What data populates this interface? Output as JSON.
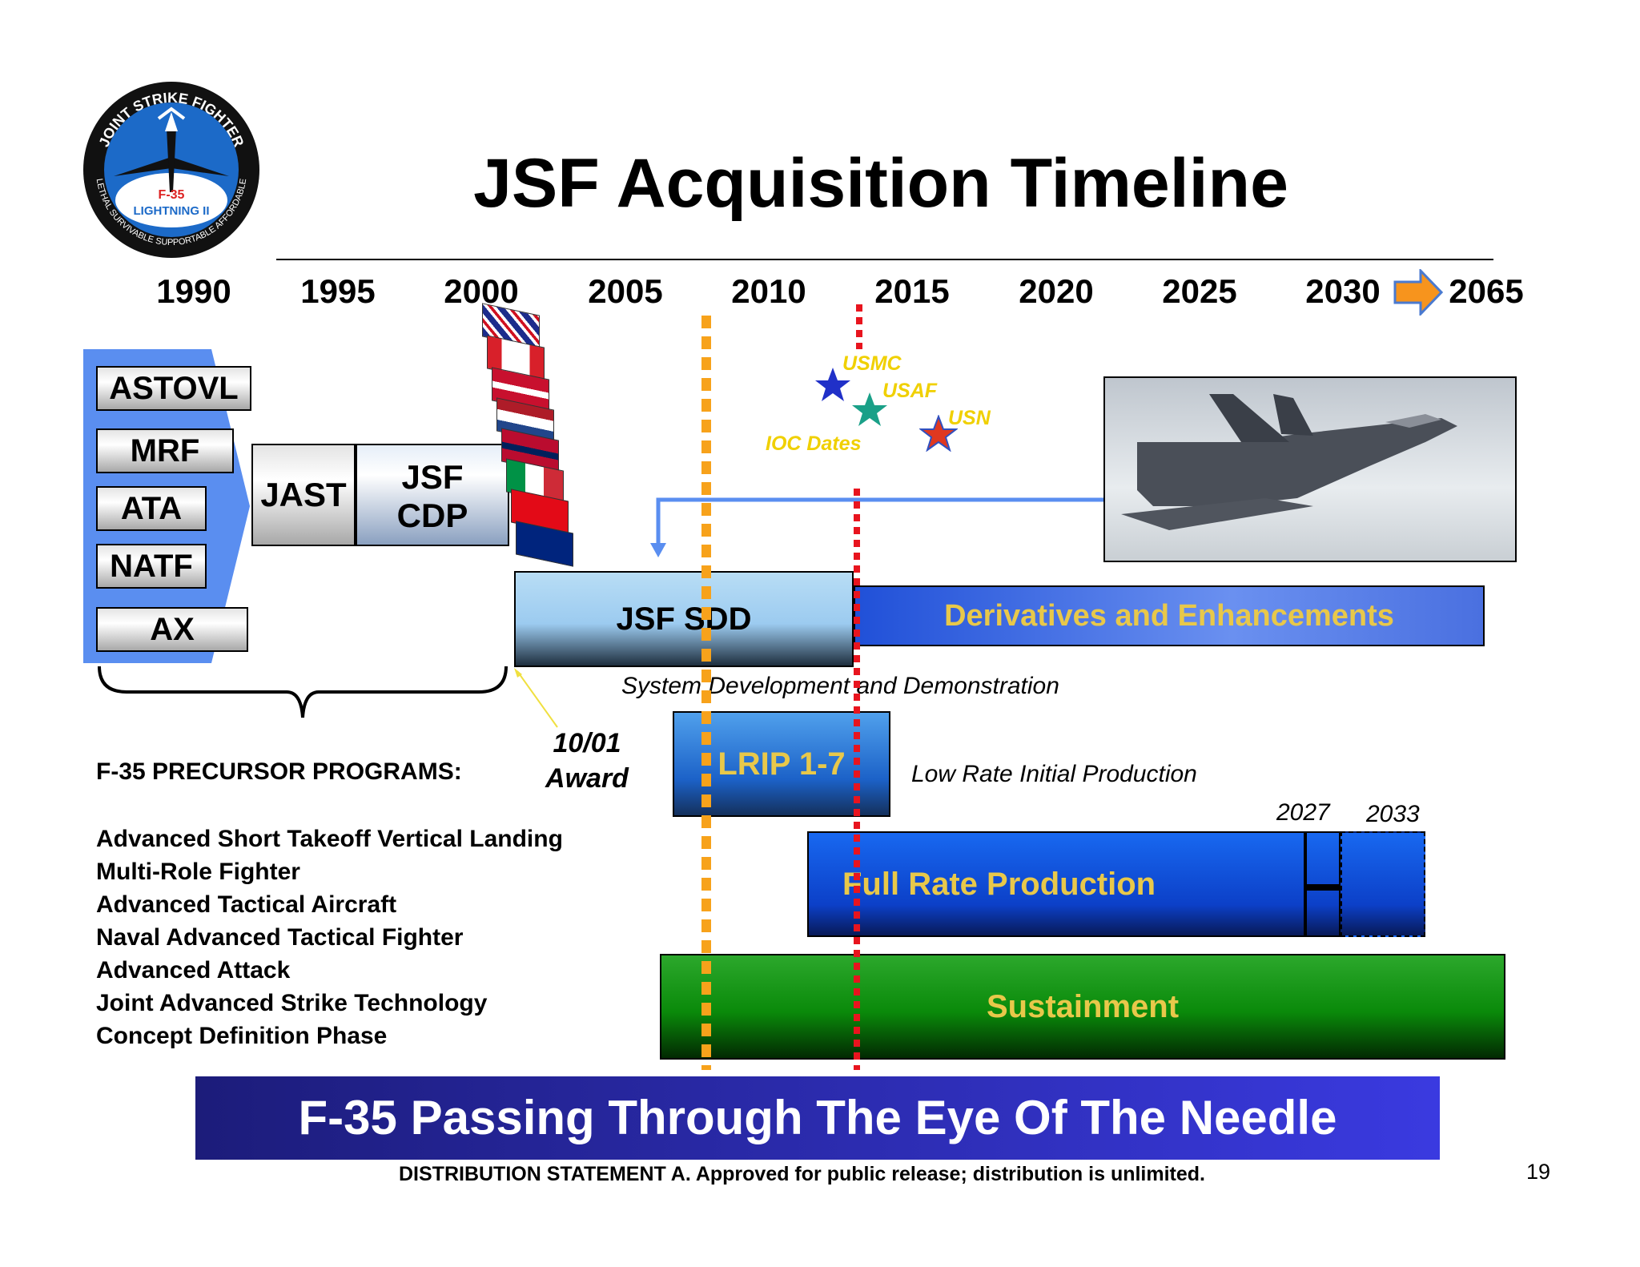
{
  "title": "JSF Acquisition Timeline",
  "logo": {
    "ring_top": "JOINT STRIKE FIGHTER",
    "ring_bottom": "LETHAL SURVIVABLE SUPPORTABLE AFFORDABLE",
    "center": "F-35",
    "center_sub": "LIGHTNING II"
  },
  "years": [
    "1990",
    "1995",
    "2000",
    "2005",
    "2010",
    "2015",
    "2020",
    "2025",
    "2030",
    "2065"
  ],
  "precursors": [
    "ASTOVL",
    "MRF",
    "ATA",
    "NATF",
    "AX"
  ],
  "jast": "JAST",
  "jsf_cdp": [
    "JSF",
    "CDP"
  ],
  "award": [
    "10/01",
    "Award"
  ],
  "ioc": {
    "usmc": "USMC",
    "usaf": "USAF",
    "usn": "USN",
    "label": "IOC Dates"
  },
  "bars": {
    "sdd": "JSF SDD",
    "sdd_desc": "System Development and Demonstration",
    "derivatives": "Derivatives and Enhancements",
    "lrip": "LRIP 1-7",
    "lrip_desc": "Low Rate Initial Production",
    "frp": "Full Rate Production",
    "frp_y1": "2027",
    "frp_y2": "2033",
    "sustainment": "Sustainment"
  },
  "precursor_heading": "F-35 PRECURSOR PROGRAMS:",
  "precursor_names": [
    "Advanced Short Takeoff Vertical Landing",
    "Multi-Role Fighter",
    "Advanced Tactical Aircraft",
    "Naval Advanced Tactical Fighter",
    "Advanced Attack",
    "Joint Advanced Strike Technology",
    "Concept Definition Phase"
  ],
  "banner": "F-35 Passing Through The Eye Of The Needle",
  "distribution": "DISTRIBUTION STATEMENT A.  Approved for public release; distribution is unlimited.",
  "page_number": "19",
  "colors": {
    "orange_line": "#f7a21b",
    "red_line": "#e8141e",
    "gold_text": "#e8c84a",
    "banner_start": "#1c1c7a",
    "banner_end": "#3a3ae0",
    "sustain_green": "#0c9c0c",
    "frp_blue": "#1050e0"
  }
}
